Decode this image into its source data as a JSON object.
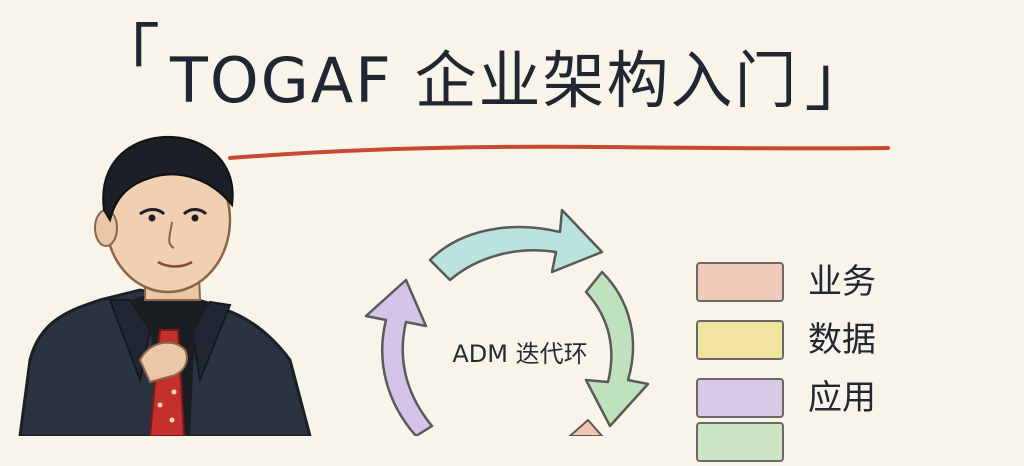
{
  "title": {
    "bracket_left": "「",
    "text": "TOGAF 企业架构入门",
    "bracket_right": "」"
  },
  "cycle": {
    "label": "ADM 迭代环"
  },
  "legend": [
    {
      "label": "业务",
      "color": "#f0c6b3"
    },
    {
      "label": "数据",
      "color": "#f2e49a"
    },
    {
      "label": "应用",
      "color": "#d6c5e6"
    },
    {
      "label": "",
      "color": "#c9e6c0"
    }
  ],
  "colors": {
    "background": "#f8f4e9",
    "underline": "#c94a33",
    "arrow_top": "#b9e3dc",
    "arrow_right": "#bfe1bb",
    "arrow_left": "#d5c3e9",
    "arrow_bottom": "#f0c6b3",
    "tie": "#c5302d"
  },
  "icons": {
    "presenter": "presenter-portrait",
    "cycle": "cycle-arrows-icon"
  }
}
